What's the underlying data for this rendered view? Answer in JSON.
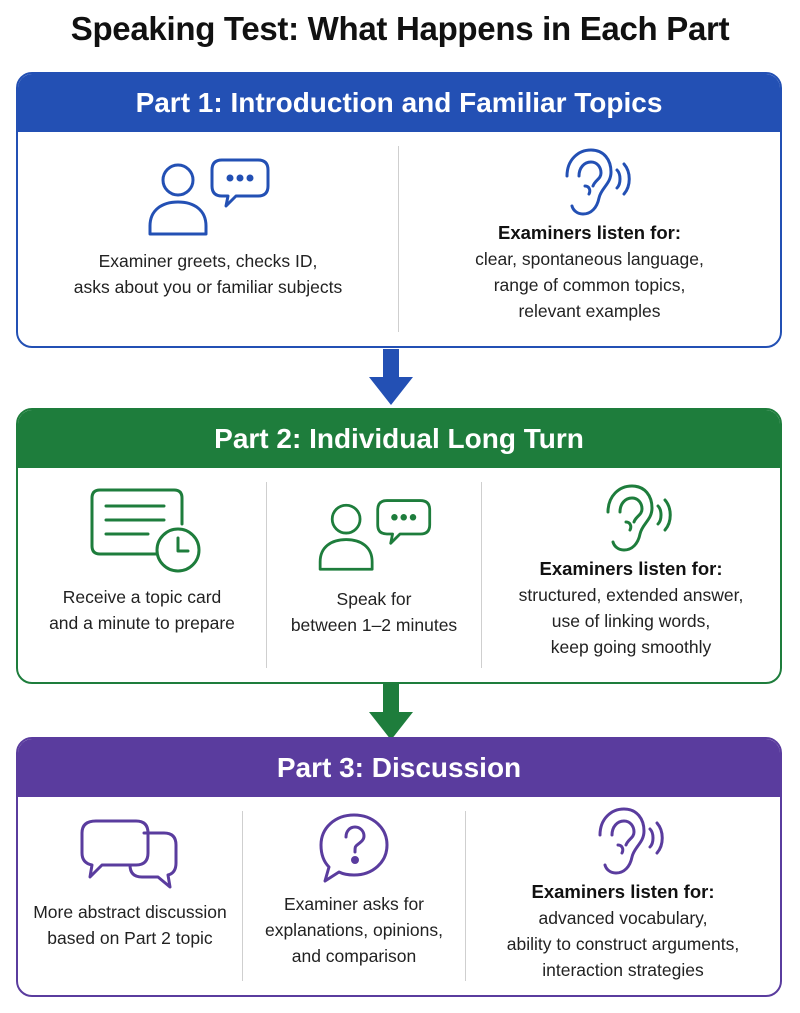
{
  "title": "Speaking Test: What Happens in Each Part",
  "colors": {
    "part1": "#2350b4",
    "part2": "#1e7d3c",
    "part3": "#5a3c9e"
  },
  "parts": [
    {
      "heading": "Part 1: Introduction and Familiar Topics",
      "columns": [
        {
          "icon": "person-speech-bubble-icon",
          "lines": [
            "Examiner greets, checks ID,",
            "asks about you or familiar subjects"
          ]
        },
        {
          "icon": "ear-icon",
          "listen_heading": "Examiners listen for:",
          "lines": [
            "clear, spontaneous language,",
            "range of common topics,",
            "relevant examples"
          ]
        }
      ]
    },
    {
      "heading": "Part 2: Individual Long Turn",
      "columns": [
        {
          "icon": "topic-card-clock-icon",
          "lines": [
            "Receive a topic card",
            "and a minute to prepare"
          ]
        },
        {
          "icon": "person-speech-bubble-icon",
          "lines": [
            "Speak for",
            "between 1–2 minutes"
          ]
        },
        {
          "icon": "ear-icon",
          "listen_heading": "Examiners listen for:",
          "lines": [
            "structured, extended answer,",
            "use of linking words,",
            "keep going smoothly"
          ]
        }
      ]
    },
    {
      "heading": "Part 3: Discussion",
      "columns": [
        {
          "icon": "two-speech-bubbles-icon",
          "lines": [
            "More abstract discussion",
            "based on Part 2 topic"
          ]
        },
        {
          "icon": "question-bubble-icon",
          "lines": [
            "Examiner asks for",
            "explanations, opinions,",
            "and comparison"
          ]
        },
        {
          "icon": "ear-icon",
          "listen_heading": "Examiners listen for:",
          "lines": [
            "advanced vocabulary,",
            "ability to construct arguments,",
            "interaction strategies"
          ]
        }
      ]
    }
  ]
}
